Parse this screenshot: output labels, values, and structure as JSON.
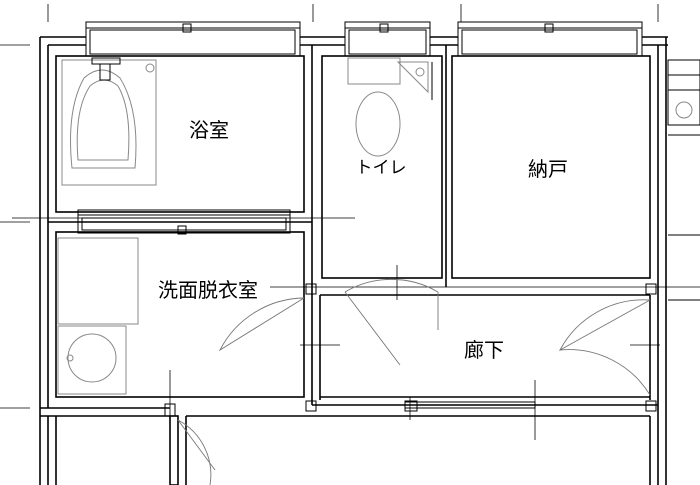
{
  "plan": {
    "rooms": [
      {
        "id": "bath",
        "label": "浴室"
      },
      {
        "id": "toilet",
        "label": "トイレ"
      },
      {
        "id": "storage",
        "label": "納戸"
      },
      {
        "id": "washroom",
        "label": "洗面脱衣室"
      },
      {
        "id": "hallway",
        "label": "廊下"
      }
    ]
  }
}
